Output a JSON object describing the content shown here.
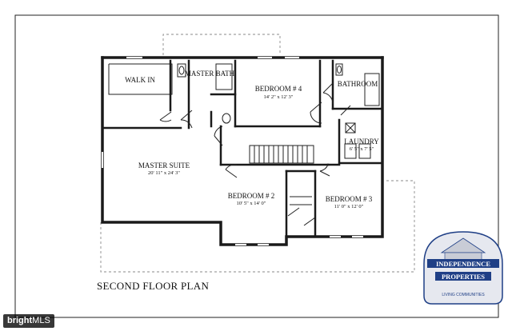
{
  "plan": {
    "title": "SECOND FLOOR PLAN",
    "rooms": {
      "walk_in": {
        "name": "WALK IN"
      },
      "master_bath": {
        "name": "MASTER BATH"
      },
      "bedroom4": {
        "name": "BEDROOM # 4",
        "dims": "14' 2\" x 12' 3\""
      },
      "bathroom": {
        "name": "BATHROOM"
      },
      "laundry": {
        "name": "LAUNDRY",
        "dims": "6' 5\" x 7' 5\""
      },
      "master_suite": {
        "name": "MASTER SUITE",
        "dims": "20' 11\" x 24' 3\""
      },
      "bedroom2": {
        "name": "BEDROOM # 2",
        "dims": "10' 5\" x 14' 0\""
      },
      "bedroom3": {
        "name": "BEDROOM # 3",
        "dims": "11' 0\" x 12' 0\""
      }
    }
  },
  "logo": {
    "line1": "INDEPENDENCE",
    "line2": "PROPERTIES",
    "line3": "LIVING COMMUNITIES",
    "colors": {
      "navy": "#1f3f86",
      "silver": "#c9ccd6"
    }
  },
  "watermark": {
    "bold": "bright",
    "light": "MLS"
  }
}
